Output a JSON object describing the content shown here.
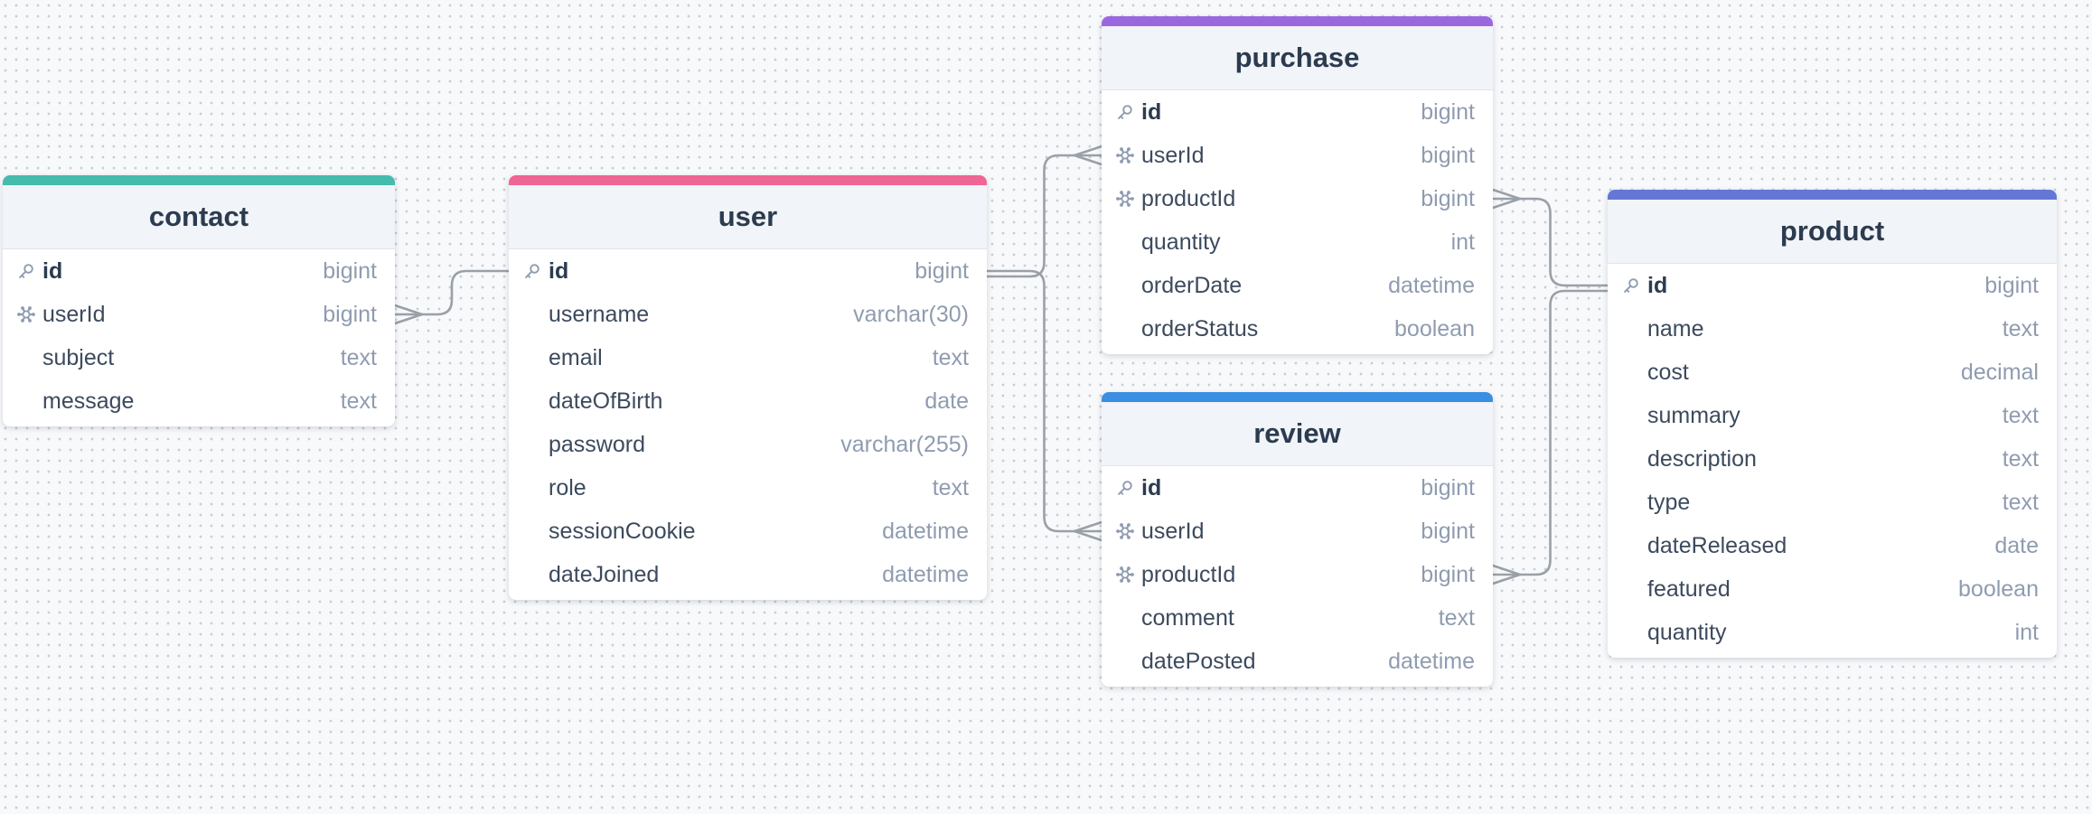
{
  "colors": {
    "connector": "#9aa0a8",
    "icon": "#8f9cb0"
  },
  "tables": [
    {
      "id": "contact",
      "title": "contact",
      "accent": "#45bbad",
      "fields": [
        {
          "name": "id",
          "type": "bigint",
          "key": "primary"
        },
        {
          "name": "userId",
          "type": "bigint",
          "key": "foreign"
        },
        {
          "name": "subject",
          "type": "text",
          "key": ""
        },
        {
          "name": "message",
          "type": "text",
          "key": ""
        }
      ]
    },
    {
      "id": "user",
      "title": "user",
      "accent": "#ee6693",
      "fields": [
        {
          "name": "id",
          "type": "bigint",
          "key": "primary"
        },
        {
          "name": "username",
          "type": "varchar(30)",
          "key": ""
        },
        {
          "name": "email",
          "type": "text",
          "key": ""
        },
        {
          "name": "dateOfBirth",
          "type": "date",
          "key": ""
        },
        {
          "name": "password",
          "type": "varchar(255)",
          "key": ""
        },
        {
          "name": "role",
          "type": "text",
          "key": ""
        },
        {
          "name": "sessionCookie",
          "type": "datetime",
          "key": ""
        },
        {
          "name": "dateJoined",
          "type": "datetime",
          "key": ""
        }
      ]
    },
    {
      "id": "purchase",
      "title": "purchase",
      "accent": "#9b67df",
      "fields": [
        {
          "name": "id",
          "type": "bigint",
          "key": "primary"
        },
        {
          "name": "userId",
          "type": "bigint",
          "key": "foreign"
        },
        {
          "name": "productId",
          "type": "bigint",
          "key": "foreign"
        },
        {
          "name": "quantity",
          "type": "int",
          "key": ""
        },
        {
          "name": "orderDate",
          "type": "datetime",
          "key": ""
        },
        {
          "name": "orderStatus",
          "type": "boolean",
          "key": ""
        }
      ]
    },
    {
      "id": "review",
      "title": "review",
      "accent": "#3a8fe2",
      "fields": [
        {
          "name": "id",
          "type": "bigint",
          "key": "primary"
        },
        {
          "name": "userId",
          "type": "bigint",
          "key": "foreign"
        },
        {
          "name": "productId",
          "type": "bigint",
          "key": "foreign"
        },
        {
          "name": "comment",
          "type": "text",
          "key": ""
        },
        {
          "name": "datePosted",
          "type": "datetime",
          "key": ""
        }
      ]
    },
    {
      "id": "product",
      "title": "product",
      "accent": "#6577d5",
      "fields": [
        {
          "name": "id",
          "type": "bigint",
          "key": "primary"
        },
        {
          "name": "name",
          "type": "text",
          "key": ""
        },
        {
          "name": "cost",
          "type": "decimal",
          "key": ""
        },
        {
          "name": "summary",
          "type": "text",
          "key": ""
        },
        {
          "name": "description",
          "type": "text",
          "key": ""
        },
        {
          "name": "type",
          "type": "text",
          "key": ""
        },
        {
          "name": "dateReleased",
          "type": "date",
          "key": ""
        },
        {
          "name": "featured",
          "type": "boolean",
          "key": ""
        },
        {
          "name": "quantity",
          "type": "int",
          "key": ""
        }
      ]
    }
  ],
  "relationships": [
    {
      "from": "user.id",
      "to": "contact.userId",
      "cardinality": "one-to-many"
    },
    {
      "from": "user.id",
      "to": "purchase.userId",
      "cardinality": "one-to-many"
    },
    {
      "from": "user.id",
      "to": "review.userId",
      "cardinality": "one-to-many"
    },
    {
      "from": "product.id",
      "to": "purchase.productId",
      "cardinality": "one-to-many"
    },
    {
      "from": "product.id",
      "to": "review.productId",
      "cardinality": "one-to-many"
    }
  ]
}
